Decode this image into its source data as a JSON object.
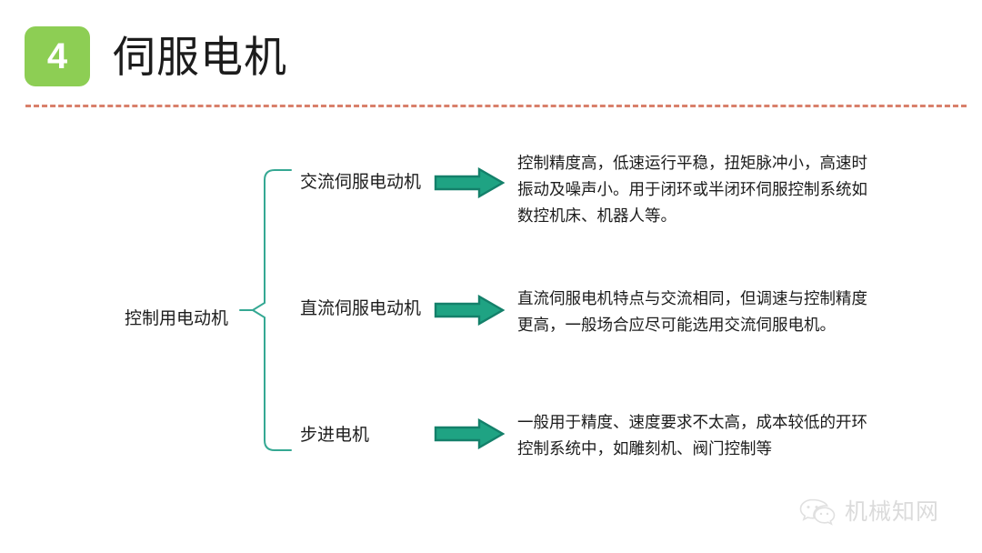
{
  "header": {
    "badge_number": "4",
    "title": "伺服电机",
    "badge_color": "#8DCE54",
    "rule_color": "#D9806B"
  },
  "diagram": {
    "root_label": "控制用电动机",
    "brace_color": "#35A893",
    "arrow_fill": "#1FA383",
    "arrow_stroke": "#14806A",
    "branches": [
      {
        "label": "交流伺服电动机",
        "arrow_icon": "right-arrow-icon",
        "description": "控制精度高，低速运行平稳，扭矩脉冲小，高速时振动及噪声小。用于闭环或半闭环伺服控制系统如数控机床、机器人等。"
      },
      {
        "label": "直流伺服电动机",
        "arrow_icon": "right-arrow-icon",
        "description": "直流伺服电机特点与交流相同，但调速与控制精度更高，一般场合应尽可能选用交流伺服电机。"
      },
      {
        "label": "步进电机",
        "arrow_icon": "right-arrow-icon",
        "description": "一般用于精度、速度要求不太高，成本较低的开环控制系统中，如雕刻机、阀门控制等"
      }
    ]
  },
  "watermark": {
    "logo_icon": "wechat-icon",
    "text": "机械知网"
  }
}
